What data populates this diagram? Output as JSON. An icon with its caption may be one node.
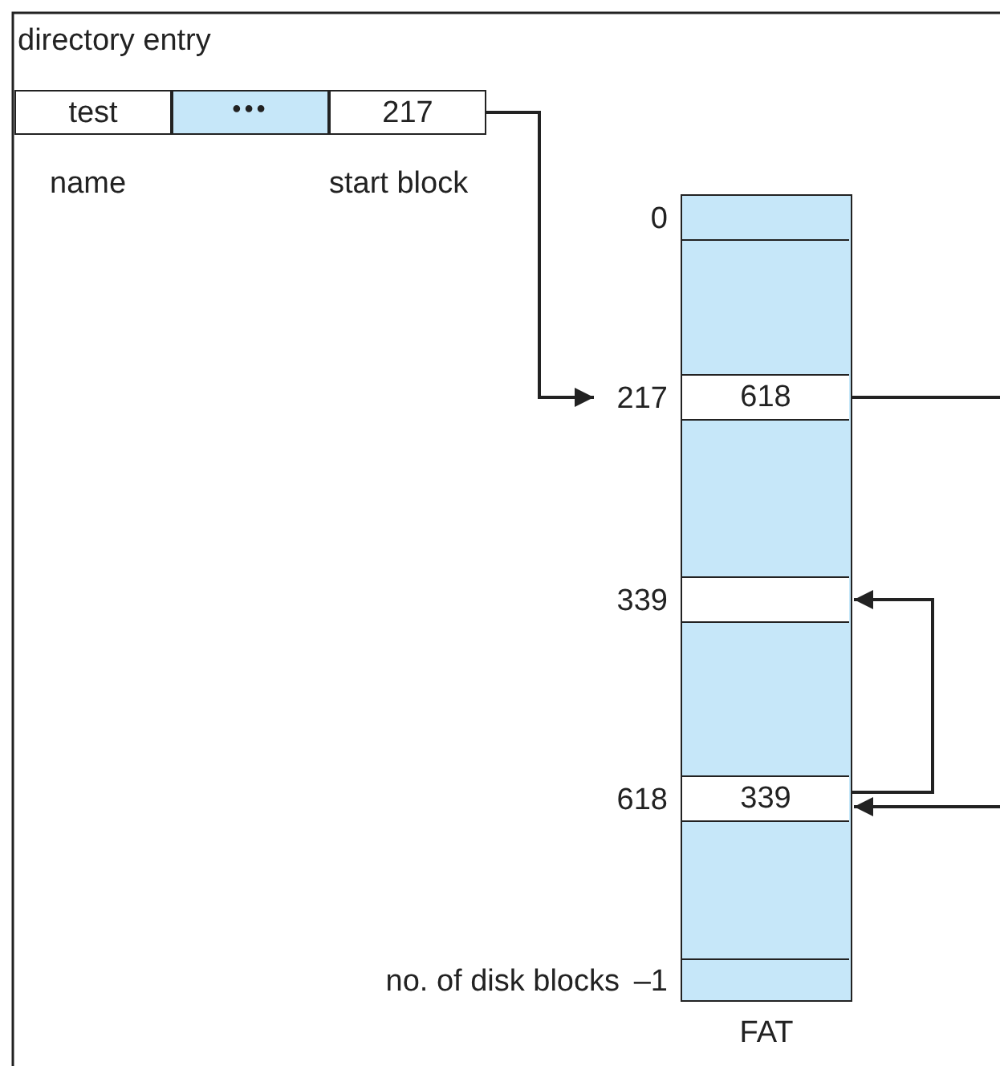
{
  "diagram": {
    "nodes": [
      {
        "text": [
          "test"
        ]
      },
      {
        "text": [
          "•••"
        ]
      },
      {
        "text": [
          "217"
        ]
      },
      {
        "text": [
          "FAT"
        ]
      },
      {
        "text": [],
        "shape": "box",
        "in": 3,
        "beside": [
          "0"
        ]
      },
      {
        "text": [
          "618"
        ],
        "in": 3,
        "beside": [
          "217"
        ]
      },
      {
        "text": [],
        "shape": "box",
        "in": 3,
        "beside": [
          "339"
        ]
      },
      {
        "text": [
          "339"
        ],
        "in": 3,
        "beside": [
          "618"
        ]
      },
      {
        "text": [],
        "shape": "box",
        "in": 3,
        "beside": [
          "no. of disk blocks",
          "–1"
        ]
      }
    ],
    "edges": [
      {
        "from": 2,
        "to": 5,
        "arrow": "to"
      },
      {
        "from": 5,
        "to": 7,
        "arrow": "to"
      },
      {
        "from": 7,
        "to": 6,
        "arrow": "to"
      }
    ],
    "labels": [
      "directory entry",
      "name",
      "start block"
    ]
  }
}
